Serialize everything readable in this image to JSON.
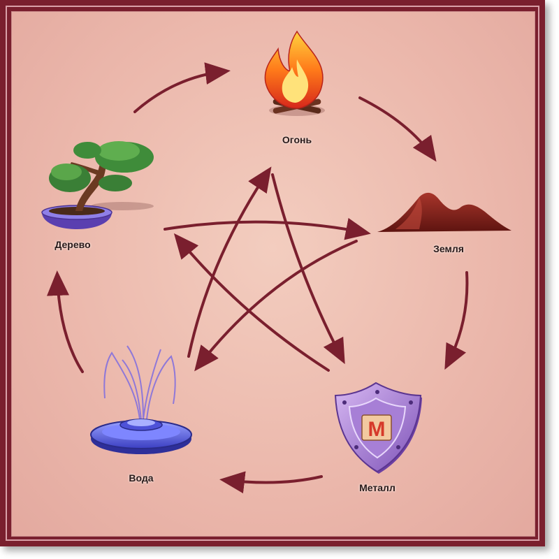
{
  "elements": {
    "fire": {
      "label": "Огонь",
      "icon": "campfire-icon"
    },
    "earth": {
      "label": "Земля",
      "icon": "mountains-icon"
    },
    "metal": {
      "label": "Металл",
      "icon": "shield-icon",
      "emblem": "M"
    },
    "water": {
      "label": "Вода",
      "icon": "fountain-icon"
    },
    "wood": {
      "label": "Дерево",
      "icon": "bonsai-tree-icon"
    }
  },
  "colors": {
    "arrow": "#7a1f2e",
    "frame": "#7a1f2e",
    "background": "#ebb7ab"
  }
}
